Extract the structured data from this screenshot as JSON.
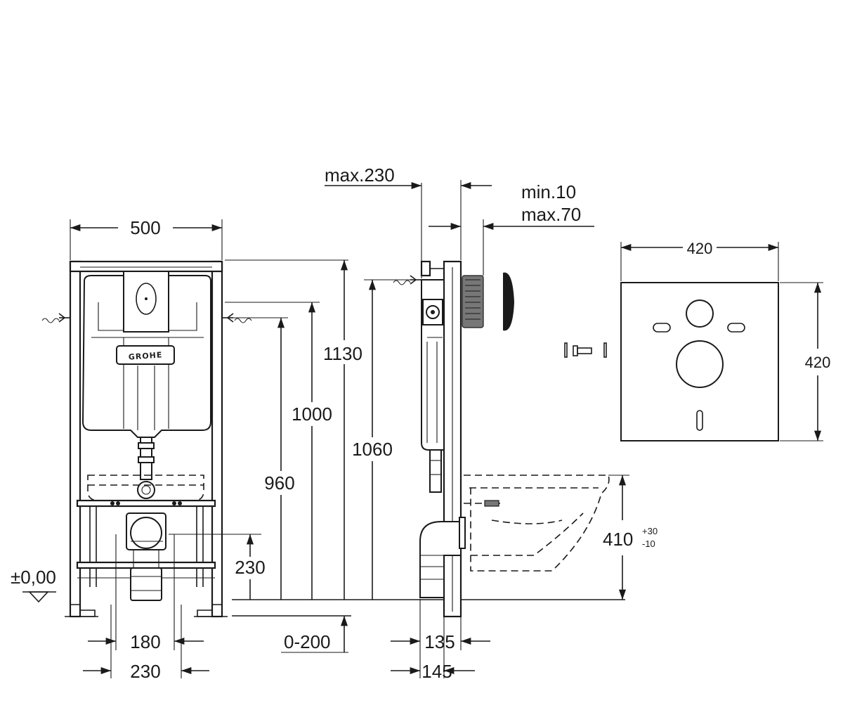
{
  "dimensions": {
    "front_width": "500",
    "front_180": "180",
    "front_230": "230",
    "zero_level": "±0,00",
    "h_1130": "1130",
    "h_1000": "1000",
    "h_960": "960",
    "h_1060": "1060",
    "h_230": "230",
    "range_0_200": "0-200",
    "side_max230": "max.230",
    "side_min10": "min.10",
    "side_max70": "max.70",
    "side_135": "135",
    "side_145": "145",
    "bowl_height": "410",
    "bowl_tol_plus": "+30",
    "bowl_tol_minus": "-10",
    "pad_width": "420",
    "pad_height": "420"
  },
  "logo_text": "GROHE",
  "colors": {
    "line": "#1a1a1a",
    "background": "#ffffff"
  }
}
